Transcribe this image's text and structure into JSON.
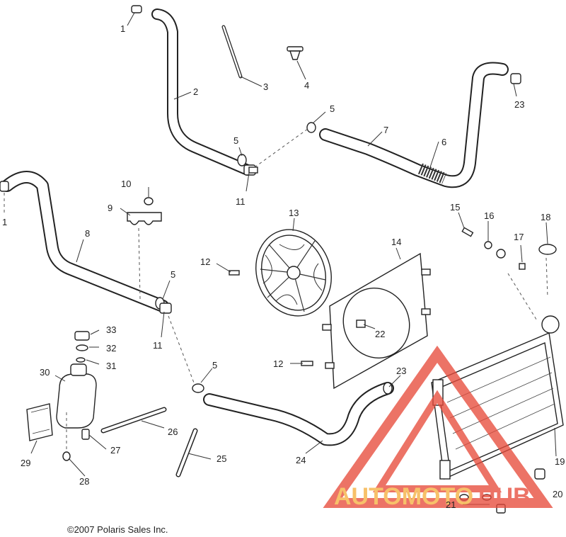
{
  "callouts": {
    "c1a": "1",
    "c1b": "1",
    "c2": "2",
    "c3": "3",
    "c4": "4",
    "c5a": "5",
    "c5b": "5",
    "c5c": "5",
    "c5d": "5",
    "c6": "6",
    "c7": "7",
    "c8": "8",
    "c9": "9",
    "c10": "10",
    "c11a": "11",
    "c11b": "11",
    "c12a": "12",
    "c12b": "12",
    "c13": "13",
    "c14": "14",
    "c15": "15",
    "c16": "16",
    "c17": "17",
    "c18": "18",
    "c19": "19",
    "c20": "20",
    "c21": "21",
    "c22": "22",
    "c23a": "23",
    "c23b": "23",
    "c24": "24",
    "c25": "25",
    "c26": "26",
    "c27": "27",
    "c28": "28",
    "c29": "29",
    "c30": "30",
    "c31": "31",
    "c32": "32",
    "c33": "33"
  },
  "copyright": "©2007 Polaris Sales Inc.",
  "watermark": {
    "text_a": "AUTOMOTO",
    "text_b": "HUB",
    "color_a": "#f5b041",
    "color_b": "#e74c3c",
    "triangle_color": "#e74c3c"
  }
}
